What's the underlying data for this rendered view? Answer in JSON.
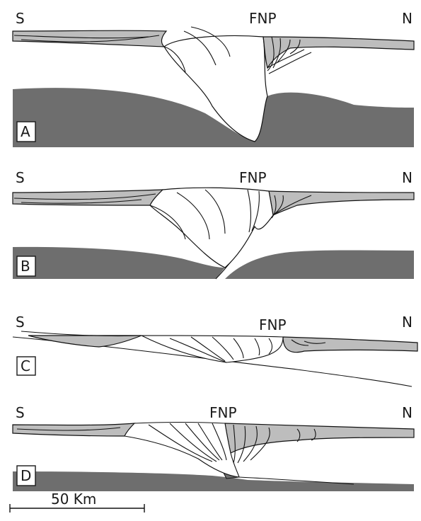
{
  "colors": {
    "sediment": "#bdbdbd",
    "basement": "#6e6e6e",
    "ink": "#111111"
  },
  "panels": [
    {
      "letter": "A",
      "south": "S",
      "north": "N",
      "feature": "FNP"
    },
    {
      "letter": "B",
      "south": "S",
      "north": "N",
      "feature": "FNP"
    },
    {
      "letter": "C",
      "south": "S",
      "north": "N",
      "feature": "FNP"
    },
    {
      "letter": "D",
      "south": "S",
      "north": "N",
      "feature": "FNP"
    }
  ],
  "scale_bar": {
    "label": "50 Km"
  }
}
